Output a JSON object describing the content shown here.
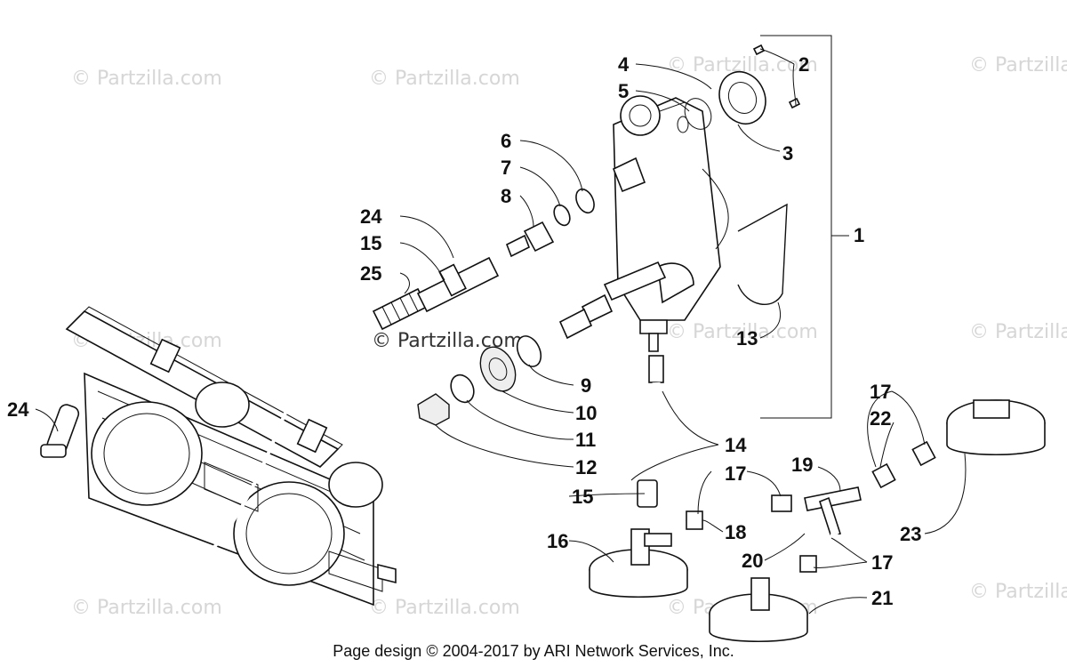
{
  "watermark": "© Partzilla.com",
  "watermark_center": "© Partzilla.com",
  "callouts": [
    "1",
    "2",
    "3",
    "4",
    "5",
    "6",
    "7",
    "8",
    "9",
    "10",
    "11",
    "12",
    "13",
    "14",
    "15",
    "15",
    "16",
    "17",
    "17",
    "17",
    "18",
    "19",
    "20",
    "21",
    "22",
    "23",
    "24",
    "24",
    "25"
  ],
  "footer": "Page design © 2004-2017 by ARI Network Services, Inc."
}
